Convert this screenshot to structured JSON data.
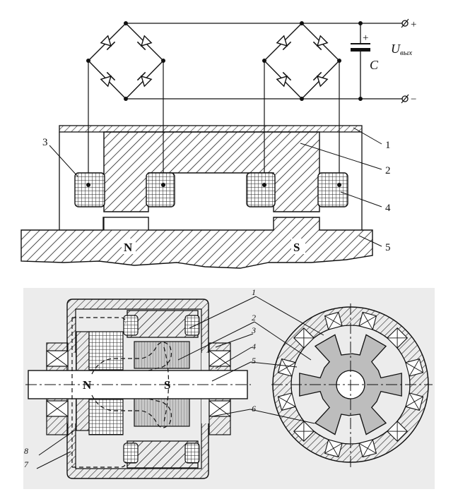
{
  "top": {
    "terminal_plus": "+",
    "terminal_minus": "−",
    "cap_plus": "+",
    "cap_label": "C",
    "u_main": "U",
    "u_sub": "вых",
    "pole_n": "N",
    "pole_s": "S",
    "labels": [
      "1",
      "2",
      "3",
      "4",
      "5"
    ]
  },
  "bottom": {
    "pole_n": "N",
    "pole_s": "S",
    "labels": [
      "1",
      "2",
      "3",
      "4",
      "5",
      "6",
      "7",
      "8"
    ]
  }
}
